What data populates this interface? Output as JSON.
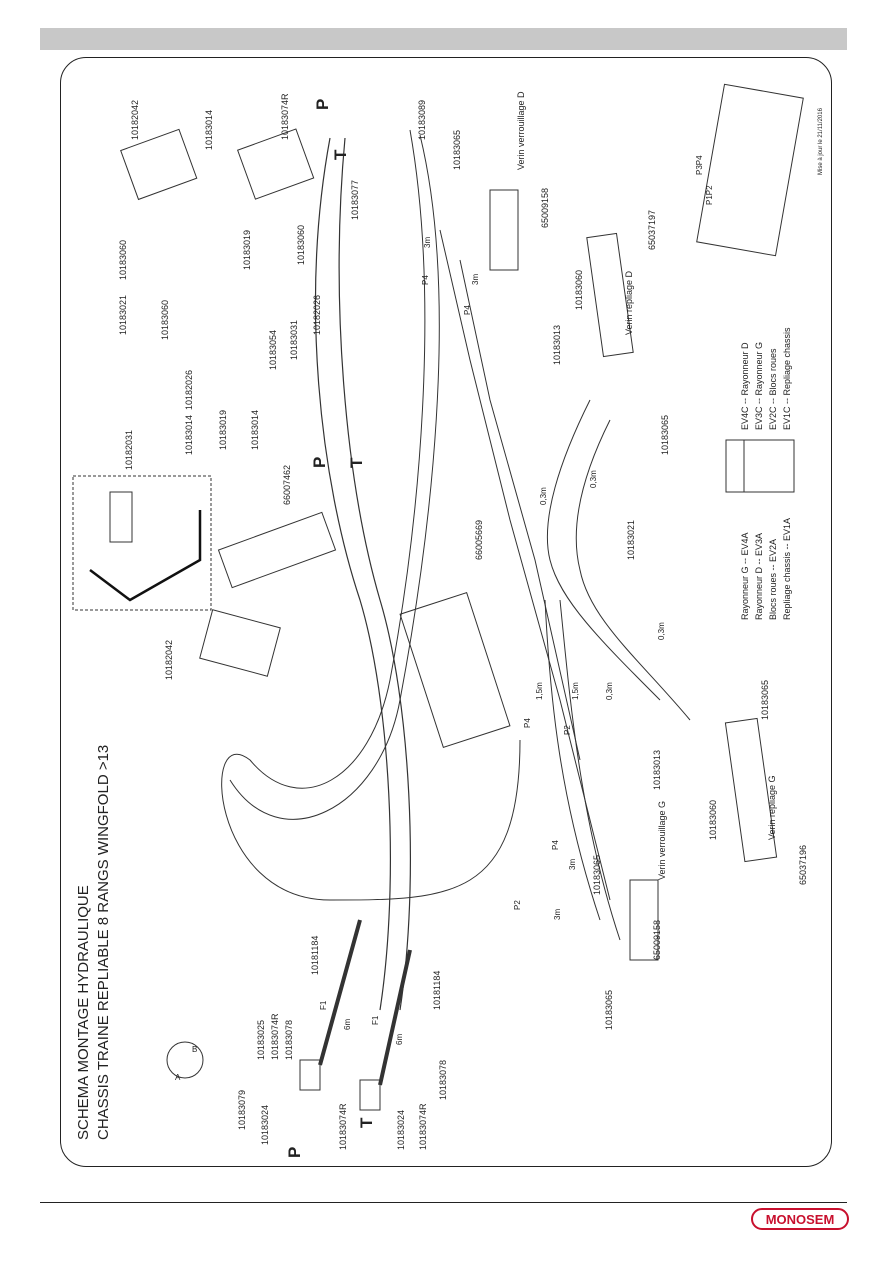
{
  "header": {
    "title_line1": "SCHEMA MONTAGE HYDRAULIQUE",
    "title_line2": "CHASSIS TRAINE REPLIABLE 8 RANGS WINGFOLD >13"
  },
  "brand": {
    "name": "MONOSEM",
    "color": "#c8102e"
  },
  "parts": {
    "p10182042a": "10182042",
    "p10182042b": "10182042",
    "p10183074R_top": "10183074R",
    "p10183089": "10183089",
    "p10183065_top": "10183065",
    "p10183014_top": "10183014",
    "p10183077": "10183077",
    "p10183060_a": "10183060",
    "p10183021_a": "10183021",
    "p10183060_b": "10183060",
    "p10183019_a": "10183019",
    "p10183060_c": "10183060",
    "p10182026_a": "10182026",
    "p10183031_a": "10183031",
    "p10183054": "10183054",
    "p10182026_b": "10182026",
    "p10183014_b": "10183014",
    "p10183019_b": "10183019",
    "p10183014_c": "10183014",
    "p10182031": "10182031",
    "p66007462": "66007462",
    "p66005669": "66005669",
    "p65009158_top": "65009158",
    "p65037197": "65037197",
    "p10183060_d": "10183060",
    "p10183013_top": "10183013",
    "p10183065_mid": "10183065",
    "p10183021_b": "10183021",
    "p10183065_right": "10183065",
    "p10183013_b": "10183013",
    "p10183060_e": "10183060",
    "p65037196": "65037196",
    "p10183065_bottom": "10183065",
    "p65009158_bottom": "65009158",
    "p10183065_low": "10183065",
    "p10181184_a": "10181184",
    "p10181184_b": "10181184",
    "p10183025": "10183025",
    "p10183074R_a": "10183074R",
    "p10183078_a": "10183078",
    "p10183079": "10183079",
    "p10183024_a": "10183024",
    "p10183074R_b": "10183074R",
    "p10183024_b": "10183024",
    "p10183074R_c": "10183074R",
    "p10183078_b": "10183078"
  },
  "labels": {
    "verin_verrouillage_d": "Verin verrouillage D",
    "verin_repliage_d": "Verin repliage D",
    "verin_repliage_g": "Verin repliage G",
    "verin_verrouillage_g": "Verin verrouillage G",
    "P_top": "P",
    "T_top": "T",
    "P_mid": "P",
    "T_mid": "T",
    "P_bottom": "P",
    "T_bottom": "T",
    "A": "A",
    "B": "B",
    "hose_3m_a": "3m",
    "hose_3m_b": "3m",
    "hose_03m_a": "0,3m",
    "hose_03m_b": "0,3m",
    "hose_03m_c": "0,3m",
    "hose_03m_d": "0,3m",
    "hose_15m_a": "1,5m",
    "hose_15m_b": "1,5m",
    "hose_3m_c": "3m",
    "hose_3m_d": "3m",
    "hose_6m_a": "6m",
    "hose_6m_b": "6m",
    "P4_a": "P4",
    "P4_b": "P4",
    "P4_c": "P4",
    "P4_d": "P4",
    "P2_a": "P2",
    "P2_b": "P2",
    "F1_a": "F1",
    "F1_b": "F1",
    "P1P2_a": "P1P2",
    "P3P4_a": "P3P4",
    "drawing_ref": "Mise à jour le 21/11/2016"
  },
  "legend_left": [
    "Rayonneur G -- EV4A",
    "Rayonneur D -- EV3A",
    "Blocs roues -- EV2A",
    "Repliage chassis -- EV1A"
  ],
  "legend_right": [
    "EV4C -- Rayonneur D",
    "EV3C -- Rayonneur G",
    "EV2C -- Blocs roues",
    "EV1C -- Repliage chassis"
  ]
}
